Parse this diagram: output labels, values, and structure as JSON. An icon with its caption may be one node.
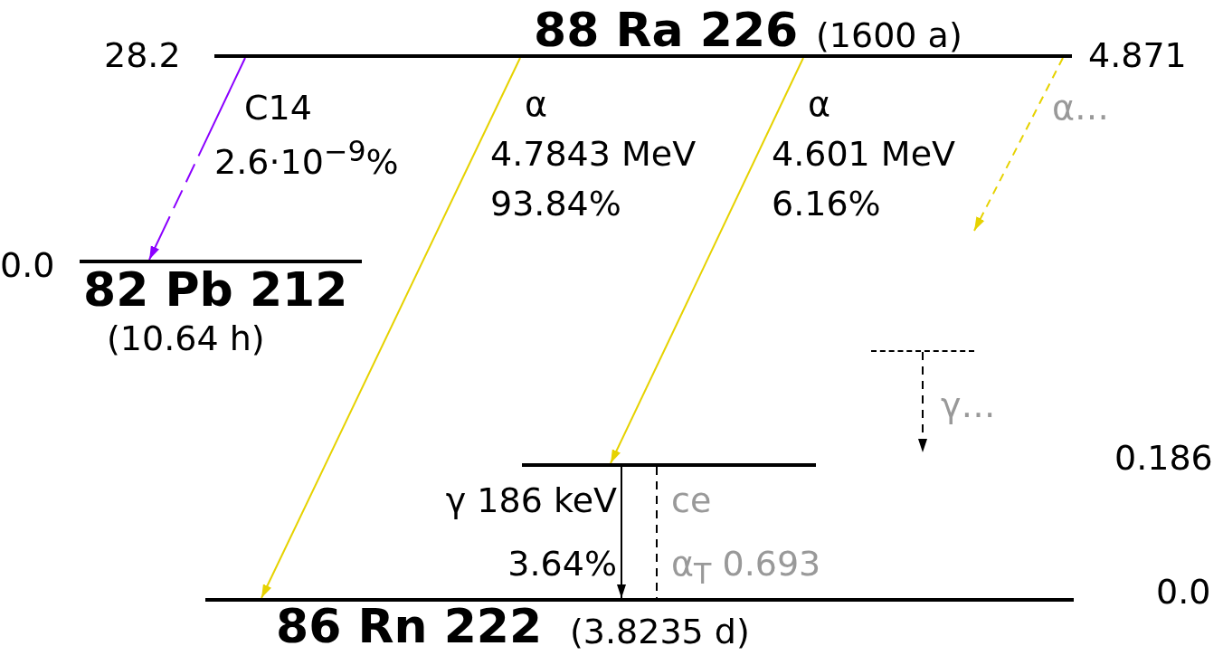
{
  "diagram": {
    "nodes": [
      {
        "text": [
          "88 Ra 226",
          "(1600 a)"
        ],
        "beside": [
          "28.2",
          "4.871"
        ]
      },
      {
        "text": [
          "82 Pb 212",
          "(10.64 h)"
        ],
        "beside": [
          "0.0"
        ]
      },
      {
        "text": [
          "86 Rn 222",
          "(3.8235 d)"
        ],
        "beside": [
          "0.0"
        ]
      },
      {
        "text": [],
        "shape": "bar"
      },
      {
        "text": [],
        "shape": "bar"
      }
    ],
    "edges": [
      {
        "from": 0,
        "to": 1,
        "arrow": "to",
        "label": "C14 2.6·10$^{−9}$%",
        "style": "dashed",
        "color": "#8b00ff"
      },
      {
        "from": 0,
        "to": 2,
        "arrow": "to",
        "label": "α 4.7843 MeV 93.84%",
        "color": "#e6d200"
      },
      {
        "from": 0,
        "to": 3,
        "arrow": "to",
        "label": "α 4.601 MeV 6.16%",
        "color": "#e6d200"
      },
      {
        "from": 0,
        "to": null,
        "arrow": "to",
        "label": "α…",
        "style": "dashed",
        "color": "#e6d200"
      },
      {
        "from": 3,
        "to": 2,
        "arrow": "to",
        "label": "γ 186 keV 3.64%",
        "color": "#000000"
      },
      {
        "from": 3,
        "to": 2,
        "arrow": "none",
        "label": "ce α$_{T}$ 0.693",
        "style": "dashed",
        "color": "#000000"
      },
      {
        "from": 4,
        "to": null,
        "arrow": "to",
        "label": "γ…",
        "style": "dashed",
        "color": "#000000"
      }
    ],
    "labels": [
      "0.186"
    ]
  }
}
